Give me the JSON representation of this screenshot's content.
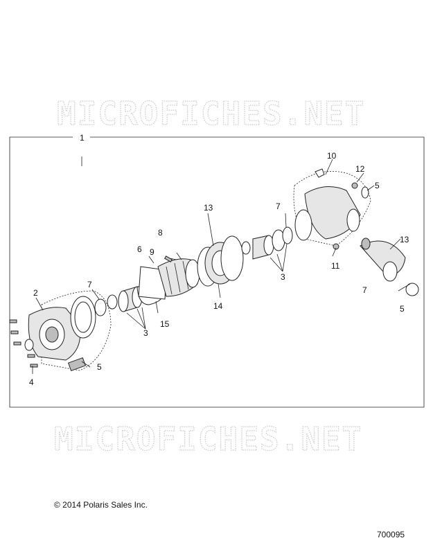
{
  "watermarks": [
    "MICROFICHES.NET",
    "MICROFICHES.NET"
  ],
  "callouts": {
    "c1": "1",
    "c2": "2",
    "c3a": "3",
    "c3b": "3",
    "c4": "4",
    "c5a": "5",
    "c5b": "5",
    "c5c": "5",
    "c6": "6",
    "c7a": "7",
    "c7b": "7",
    "c7c": "7",
    "c8": "8",
    "c9": "9",
    "c10": "10",
    "c11": "11",
    "c12": "12",
    "c13a": "13",
    "c13b": "13",
    "c14": "14",
    "c15": "15"
  },
  "footer": {
    "copyright": "© 2014 Polaris Sales Inc.",
    "figure_number": "700095"
  }
}
